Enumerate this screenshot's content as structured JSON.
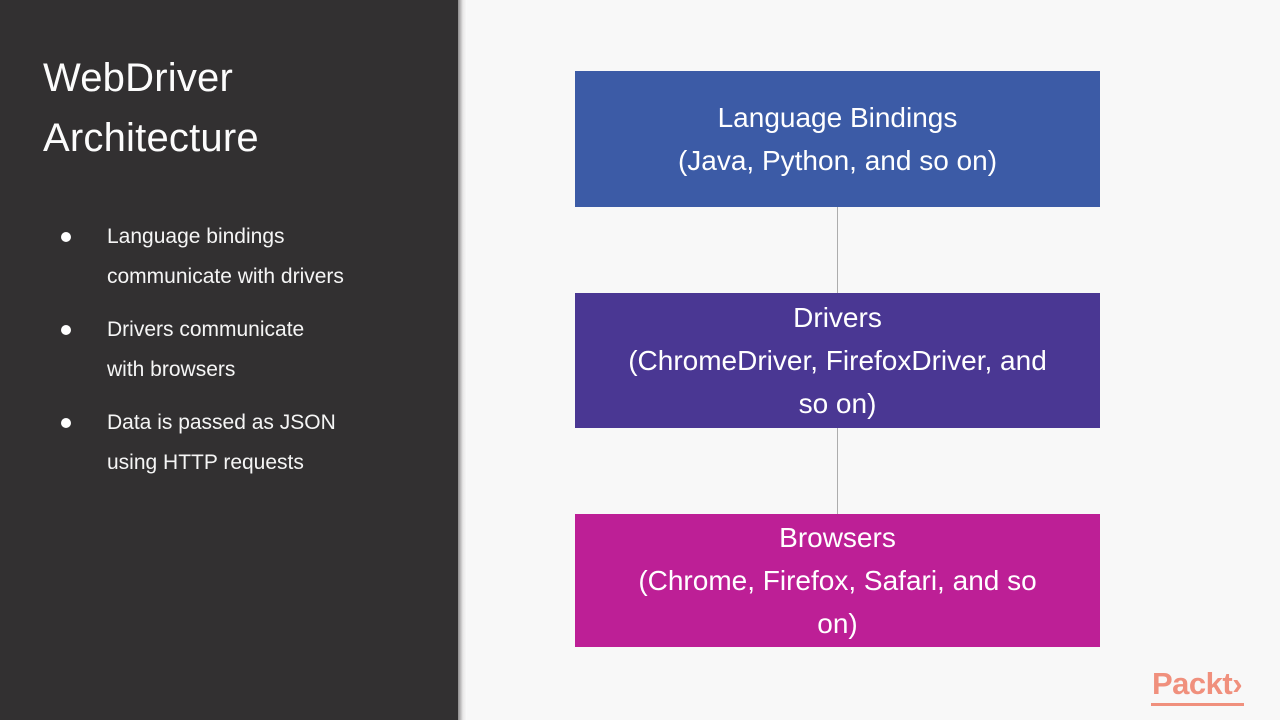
{
  "slide": {
    "sidebar": {
      "title_lines": [
        "WebDriver",
        "Architecture"
      ],
      "bullets": [
        {
          "lines": [
            "Language bindings",
            "communicate with drivers"
          ]
        },
        {
          "lines": [
            "Drivers communicate",
            "with browsers"
          ]
        },
        {
          "lines": [
            "Data is passed as JSON",
            "using HTTP requests"
          ]
        }
      ]
    },
    "diagram": {
      "boxes": [
        {
          "id": "language-bindings",
          "color": "#3C5BA6",
          "lines": [
            "Language Bindings",
            "(Java, Python, and so on)"
          ]
        },
        {
          "id": "drivers",
          "color": "#4A3793",
          "lines": [
            "Drivers",
            "(ChromeDriver, FirefoxDriver, and",
            "so on)"
          ]
        },
        {
          "id": "browsers",
          "color": "#BD1F96",
          "lines": [
            "Browsers",
            "(Chrome, Firefox, Safari, and so",
            "on)"
          ]
        }
      ],
      "connector_color": "#ADADAD"
    },
    "logo": {
      "text": "Packt›",
      "color": "#F0907D"
    },
    "colors": {
      "sidebar_bg": "#323031",
      "canvas_bg": "#F8F8F8"
    }
  }
}
